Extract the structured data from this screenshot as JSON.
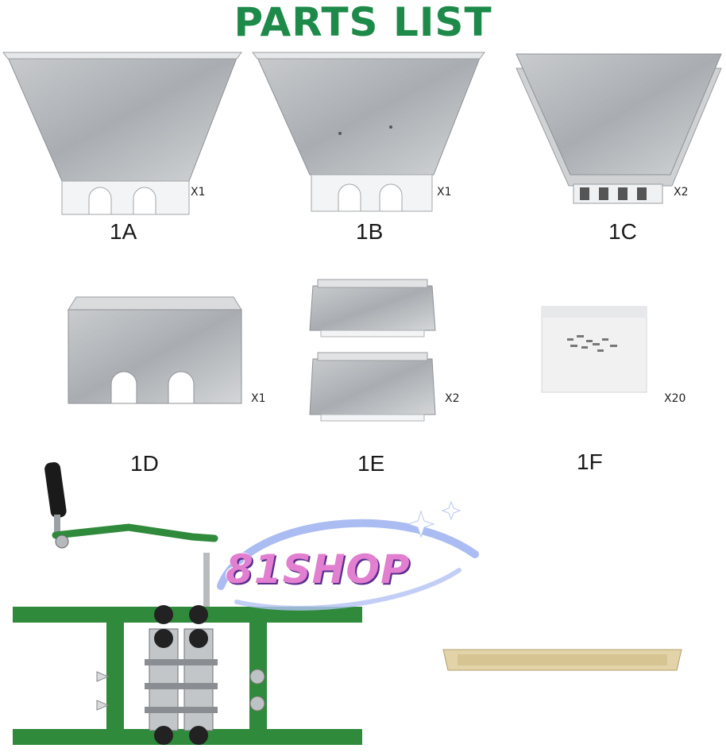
{
  "title": "PARTS LIST",
  "watermark": "81SHOP",
  "parts": [
    {
      "id": "1A",
      "qty": "X1"
    },
    {
      "id": "1B",
      "qty": "X1"
    },
    {
      "id": "1C",
      "qty": "X2"
    },
    {
      "id": "1D",
      "qty": "X1"
    },
    {
      "id": "1E",
      "qty": "X2"
    },
    {
      "id": "1F",
      "qty": "X20"
    }
  ],
  "colors": {
    "title": "#1e8a4a",
    "frame": "#2f8a3c",
    "metal": "#b9bcbf",
    "bar": "#e2d3a8"
  }
}
